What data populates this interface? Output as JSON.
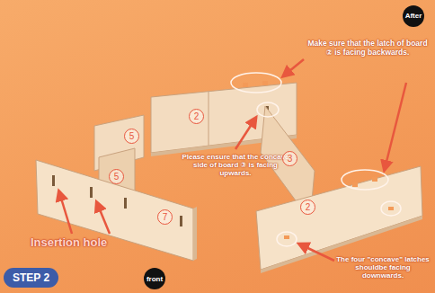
{
  "diagram": {
    "nodes": [
      {
        "text": [
          "After"
        ]
      },
      {
        "text": [
          "STEP 2"
        ]
      },
      {
        "text": [
          "front"
        ]
      }
    ],
    "labels": [
      "Make sure that the latch of board ② is facing backwards.",
      "2",
      "Please ensure that the concave side of board ③ is facing upwards.",
      "5",
      "5",
      "3",
      "2",
      "7",
      "Insertion hole",
      "The four \"concave\" latches shouldbe facing downwards."
    ]
  }
}
